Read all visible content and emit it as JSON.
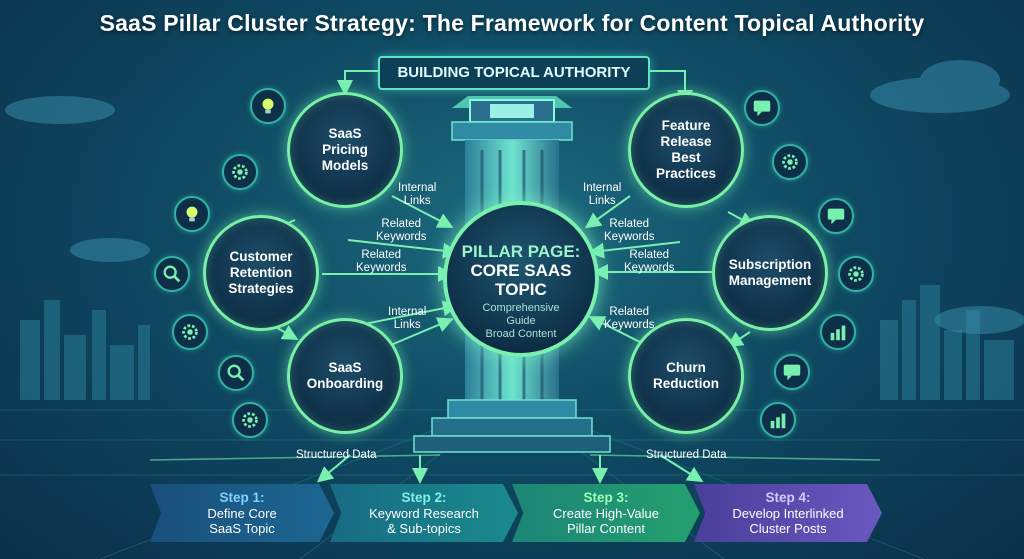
{
  "title": "SaaS Pillar Cluster Strategy: The Framework for Content Topical Authority",
  "banner": "BUILDING TOPICAL AUTHORITY",
  "center": {
    "line1": "PILLAR PAGE:",
    "line2": "CORE SAAS\nTOPIC",
    "sub": "Comprehensive\nGuide\nBroad Content"
  },
  "clusters": {
    "pricing": "SaaS\nPricing\nModels",
    "retention": "Customer\nRetention\nStrategies",
    "onboarding": "SaaS\nOnboarding",
    "feature": "Feature\nRelease\nBest\nPractices",
    "subscription": "Subscription\nManagement",
    "churn": "Churn\nReduction"
  },
  "links": {
    "internal_links": "Internal\nLinks",
    "related_keywords": "Related\nKeywords",
    "structured_data": "Structured Data"
  },
  "steps": [
    {
      "title": "Step 1:",
      "text": "Define Core\nSaaS Topic"
    },
    {
      "title": "Step 2:",
      "text": "Keyword Research\n& Sub-topics"
    },
    {
      "title": "Step 3:",
      "text": "Create High-Value\nPillar Content"
    },
    {
      "title": "Step 4:",
      "text": "Develop Interlinked\nCluster Posts"
    }
  ],
  "icons": [
    "lightbulb-icon",
    "gear-icon",
    "lightbulb-icon",
    "magnifier-icon",
    "gear-icon",
    "magnifier-icon",
    "gear-icon",
    "chat-icon",
    "gear-icon",
    "chat-icon",
    "gear-icon",
    "bar-chart-icon",
    "chat-icon",
    "bar-chart-icon"
  ],
  "colors": {
    "accent": "#79f0a6",
    "banner_border": "#5fe4c4",
    "step_purple": "#5b4aa8",
    "step_blue": "#1b5f86",
    "step_teal": "#1d7d7a",
    "step_green": "#1f8a6b"
  }
}
